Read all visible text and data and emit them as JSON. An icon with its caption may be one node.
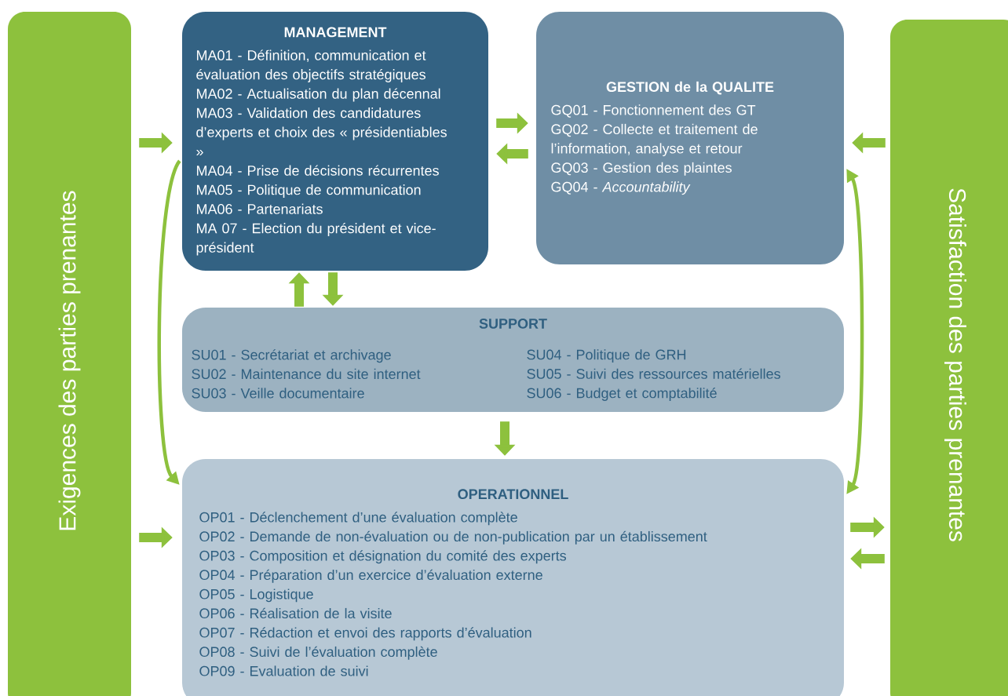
{
  "diagram": {
    "nodes": [
      {
        "text": [
          "Exigences des parties prenantes"
        ]
      },
      {
        "text": [
          "MANAGEMENT",
          "MA01 - Définition, communication et évaluation des objectifs stratégiques",
          "MA02 - Actualisation du plan décennal",
          "MA03 -  Validation des candidatures d’experts et choix des « présidentiables »",
          "MA04 - Prise de décisions récurrentes",
          "MA05 - Politique de communication",
          "MA06 - Partenariats",
          "MA 07 - Election du président et vice-président"
        ]
      },
      {
        "text": [
          "GESTION de la QUALITE",
          "GQ01 - Fonctionnement des GT",
          "GQ02 - Collecte et traitement de l’information, analyse et retour",
          "GQ03 - Gestion des plaintes",
          "GQ04 - *Accountability*"
        ]
      },
      {
        "text": [
          "SUPPORT",
          "SU01 - Secrétariat et archivage",
          "SU02 - Maintenance du site internet",
          "SU03 - Veille documentaire",
          "SU04 - Politique de GRH",
          "SU05 - Suivi des ressources matérielles",
          "SU06 - Budget et comptabilité"
        ]
      },
      {
        "text": [
          "OPERATIONNEL",
          "OP01 - Déclenchement d’une évaluation complète",
          "OP02 - Demande de non-évaluation ou de non-publication par un établissement",
          "OP03 - Composition et désignation du comité des experts",
          "OP04 - Préparation d’un exercice d’évaluation externe",
          "OP05 - Logistique",
          "OP06 - Réalisation de la visite",
          "OP07 - Rédaction et envoi des rapports d’évaluation",
          "OP08 - Suivi de l’évaluation complète",
          "OP09 - Evaluation de suivi"
        ]
      },
      {
        "text": [
          "Satisfaction des parties prenantes"
        ]
      }
    ],
    "edges": [
      {
        "from": 0,
        "to": 1,
        "arrow": "to"
      },
      {
        "from": 0,
        "to": 4,
        "arrow": "to"
      },
      {
        "from": 1,
        "to": 2,
        "arrow": "to"
      },
      {
        "from": 2,
        "to": 1,
        "arrow": "to"
      },
      {
        "from": 3,
        "to": 1,
        "arrow": "to"
      },
      {
        "from": 1,
        "to": 3,
        "arrow": "to"
      },
      {
        "from": 3,
        "to": 4,
        "arrow": "to"
      },
      {
        "from": 5,
        "to": 2,
        "arrow": "to"
      },
      {
        "from": 4,
        "to": 5,
        "arrow": "to"
      },
      {
        "from": 5,
        "to": 4,
        "arrow": "to"
      },
      {
        "from": 1,
        "to": 4,
        "arrow": "to"
      },
      {
        "from": 2,
        "to": 4,
        "arrow": "both"
      }
    ]
  }
}
